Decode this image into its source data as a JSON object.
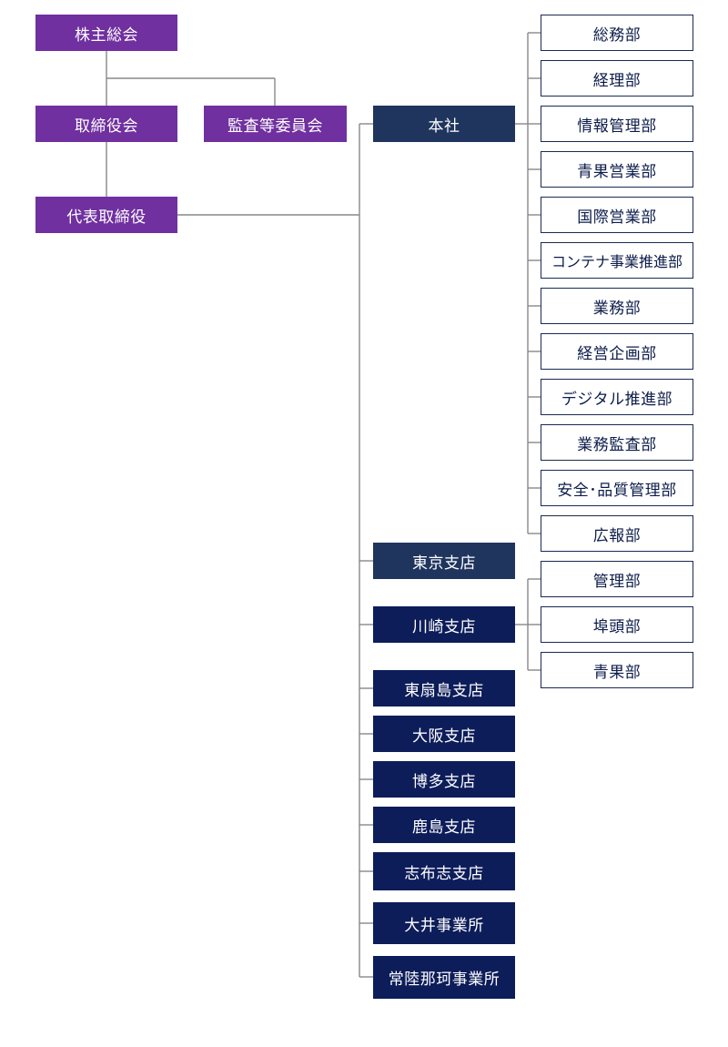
{
  "colors": {
    "governance": "#7030a0",
    "headquarters": "#1f355e",
    "branch": "#0d1d5a",
    "department_border": "#1a2a52",
    "department_text": "#0d1d4a",
    "connector": "#888888"
  },
  "governance": {
    "shareholders_meeting": "株主総会",
    "board_of_directors": "取締役会",
    "audit_committee": "監査等委員会",
    "representative_director": "代表取締役"
  },
  "headquarters": {
    "label": "本社",
    "departments": [
      "総務部",
      "経理部",
      "情報管理部",
      "青果営業部",
      "国際営業部",
      "コンテナ事業推進部",
      "業務部",
      "経営企画部",
      "デジタル推進部",
      "業務監査部",
      "安全･品質管理部",
      "広報部"
    ]
  },
  "branches": [
    "東京支店",
    "川崎支店",
    "東扇島支店",
    "大阪支店",
    "博多支店",
    "鹿島支店",
    "志布志支店",
    "大井事業所",
    "常陸那珂事業所"
  ],
  "kawasaki_departments": [
    "管理部",
    "埠頭部",
    "青果部"
  ]
}
